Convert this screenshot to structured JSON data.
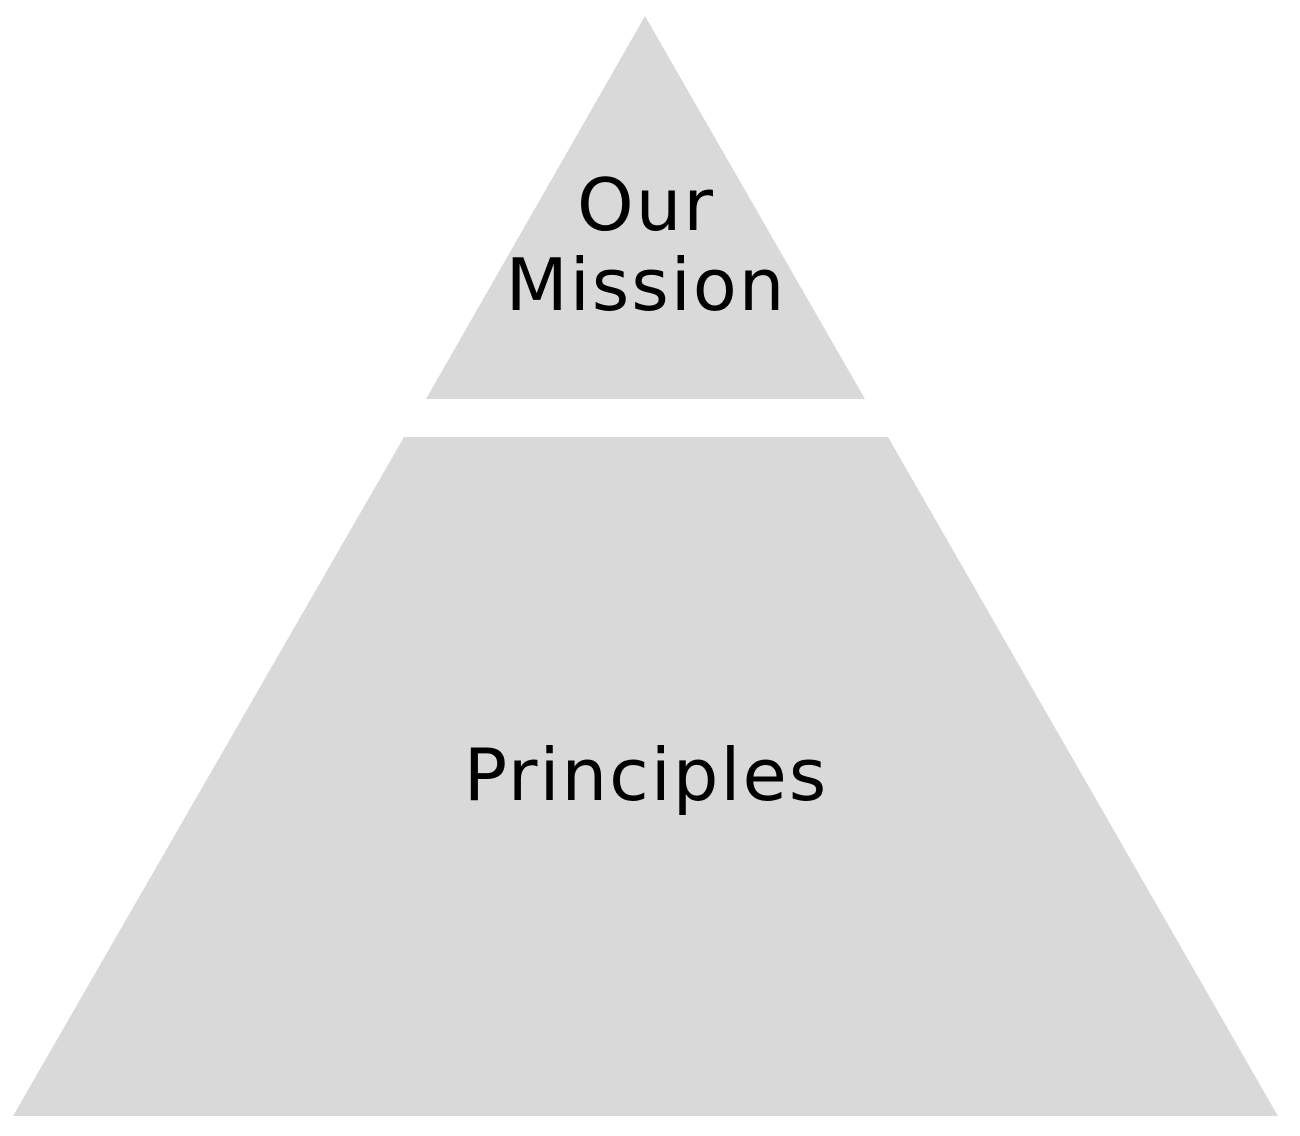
{
  "diagram": {
    "type": "pyramid",
    "fill_color": "#d9d9d9",
    "text_color": "#000000",
    "background": "#ffffff",
    "tiers": [
      {
        "name": "top",
        "label_lines": [
          "Our",
          "Mission"
        ]
      },
      {
        "name": "base",
        "label_lines": [
          "Principles"
        ]
      }
    ]
  }
}
